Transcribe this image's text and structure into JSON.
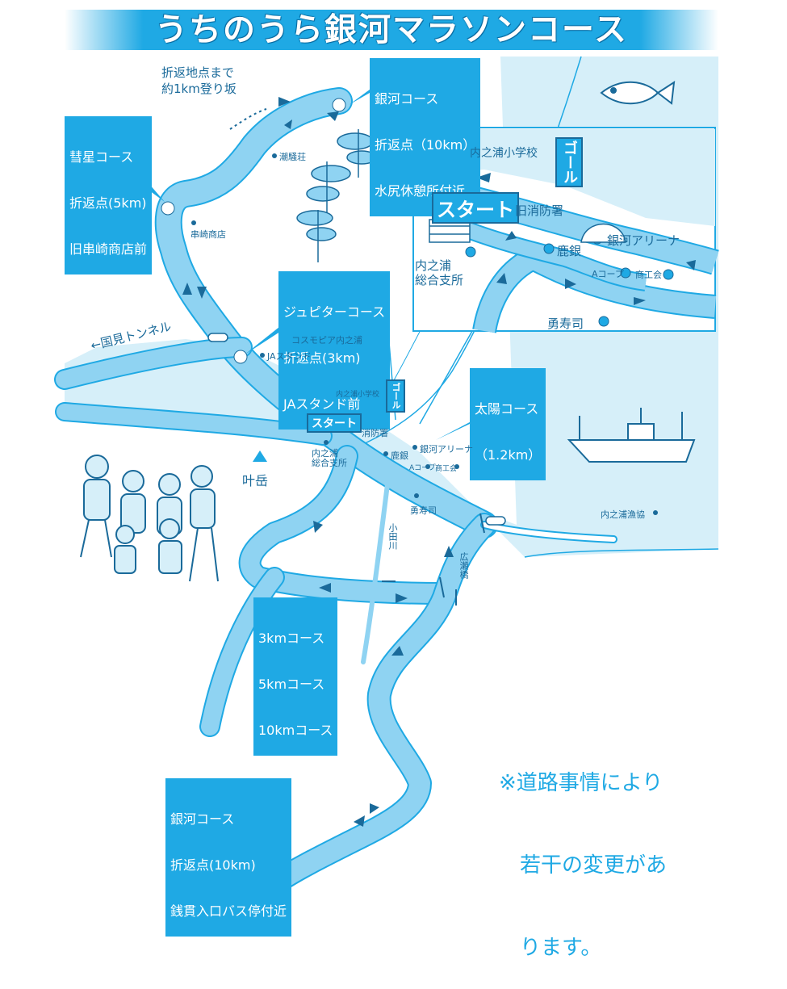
{
  "title": "うちのうら銀河マラソンコース",
  "callouts": {
    "ginga_north": [
      "銀河コース",
      "折返点（10km）",
      "水尻休憩所付近"
    ],
    "suisei": [
      "彗星コース",
      "折返点(5km)",
      "旧串崎商店前"
    ],
    "jupiter": [
      "ジュピターコース",
      "折返点(3km)",
      "JAスタンド前"
    ],
    "taiyo": [
      "太陽コース",
      "（1.2km）"
    ],
    "courses": [
      "3kmコース",
      "5kmコース",
      "10kmコース"
    ],
    "ginga_south": [
      "銀河コース",
      "折返点(10km)",
      "銭貫入口バス停付近"
    ]
  },
  "note": [
    "※道路事情により",
    "　若干の変更があ",
    "　ります。"
  ],
  "labels": {
    "slope": [
      "折返地点まで",
      "約1km登り坂"
    ],
    "tunnel": "←国見トンネル",
    "kanoudake": "叶岳",
    "odagawa": "小田川",
    "hirose": "広瀬橋",
    "choukisou": "潮騒荘",
    "kushizaki": "串崎商店",
    "cosmopia": "コスモピア内之浦",
    "ja": "JAスタンド",
    "school": "内之浦小学校",
    "start": "スタート",
    "goal": "ゴール",
    "fire": "消防署",
    "office": [
      "内之浦",
      "総合支所"
    ],
    "bank": "鹿銀",
    "arena": "銀河アリーナ",
    "acoop": "Aコープ",
    "shoko": "商工会",
    "sushi": "勇寿司",
    "fishery": "内之浦漁協"
  },
  "inset": {
    "school": "内之浦小学校",
    "start": "スタート",
    "goal": "ゴール",
    "fire": "旧消防署",
    "office": [
      "内之浦",
      "総合支所"
    ],
    "bank": "鹿銀",
    "arena": "銀河アリーナ",
    "acoop": "Aコープ",
    "shoko": "商工会",
    "sushi": "勇寿司"
  },
  "colors": {
    "route": "#8fd3f2",
    "route_outline": "#1fa9e4",
    "sea": "#d6eff9",
    "accent": "#1fa9e4",
    "dark": "#1a6a9a"
  }
}
